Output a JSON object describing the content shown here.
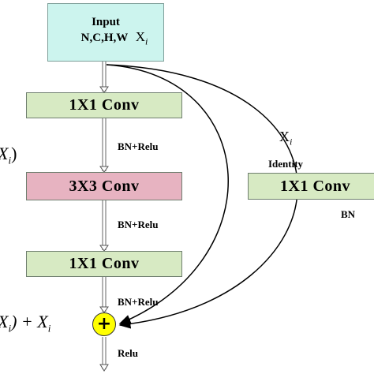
{
  "input": {
    "title": "Input",
    "dims": "N,C,H,W",
    "var": "X",
    "sub": "i"
  },
  "blocks": {
    "conv1": "1X1  Conv",
    "conv3": "3X3  Conv",
    "conv1b": "1X1  Conv",
    "shortcut": "1X1  Conv"
  },
  "labels": {
    "bn_relu_1": "BN+Relu",
    "bn_relu_2": "BN+Relu",
    "bn_relu_3": "BN+Relu",
    "relu": "Relu",
    "identity": "Identity",
    "bn": "BN",
    "xi_var": "X",
    "xi_sub": "i"
  },
  "formulas": {
    "f1_tail": "X",
    "f1_sub": "i",
    "f1_close": ")",
    "f2_open": "X",
    "f2_sub": "i",
    "f2_rest": ") + X",
    "f2_sub2": "i"
  },
  "plus_symbol": "+",
  "colors": {
    "input_fill": "#ccf4ee",
    "conv_1x1_fill": "#d7eac3",
    "conv_3x3_fill": "#e7b3c1",
    "add_fill": "#ffff00"
  }
}
